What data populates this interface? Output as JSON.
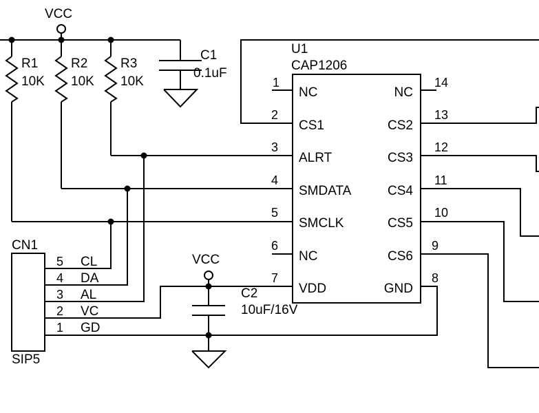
{
  "power": {
    "vcc_top": "VCC",
    "vcc_mid": "VCC"
  },
  "resistors": [
    {
      "ref": "R1",
      "value": "10K"
    },
    {
      "ref": "R2",
      "value": "10K"
    },
    {
      "ref": "R3",
      "value": "10K"
    }
  ],
  "capacitors": [
    {
      "ref": "C1",
      "value": "0.1uF"
    },
    {
      "ref": "C2",
      "value": "10uF/16V"
    }
  ],
  "ic": {
    "ref": "U1",
    "part": "CAP1206",
    "left_pins": [
      {
        "num": "1",
        "name": "NC"
      },
      {
        "num": "2",
        "name": "CS1"
      },
      {
        "num": "3",
        "name": "ALRT"
      },
      {
        "num": "4",
        "name": "SMDATA"
      },
      {
        "num": "5",
        "name": "SMCLK"
      },
      {
        "num": "6",
        "name": "NC"
      },
      {
        "num": "7",
        "name": "VDD"
      }
    ],
    "right_pins": [
      {
        "num": "14",
        "name": "NC"
      },
      {
        "num": "13",
        "name": "CS2"
      },
      {
        "num": "12",
        "name": "CS3"
      },
      {
        "num": "11",
        "name": "CS4"
      },
      {
        "num": "10",
        "name": "CS5"
      },
      {
        "num": "9",
        "name": "CS6"
      },
      {
        "num": "8",
        "name": "GND"
      }
    ]
  },
  "connector": {
    "ref": "CN1",
    "type": "SIP5",
    "pins": [
      {
        "num": "5",
        "name": "CL"
      },
      {
        "num": "4",
        "name": "DA"
      },
      {
        "num": "3",
        "name": "AL"
      },
      {
        "num": "2",
        "name": "VC"
      },
      {
        "num": "1",
        "name": "GD"
      }
    ]
  }
}
